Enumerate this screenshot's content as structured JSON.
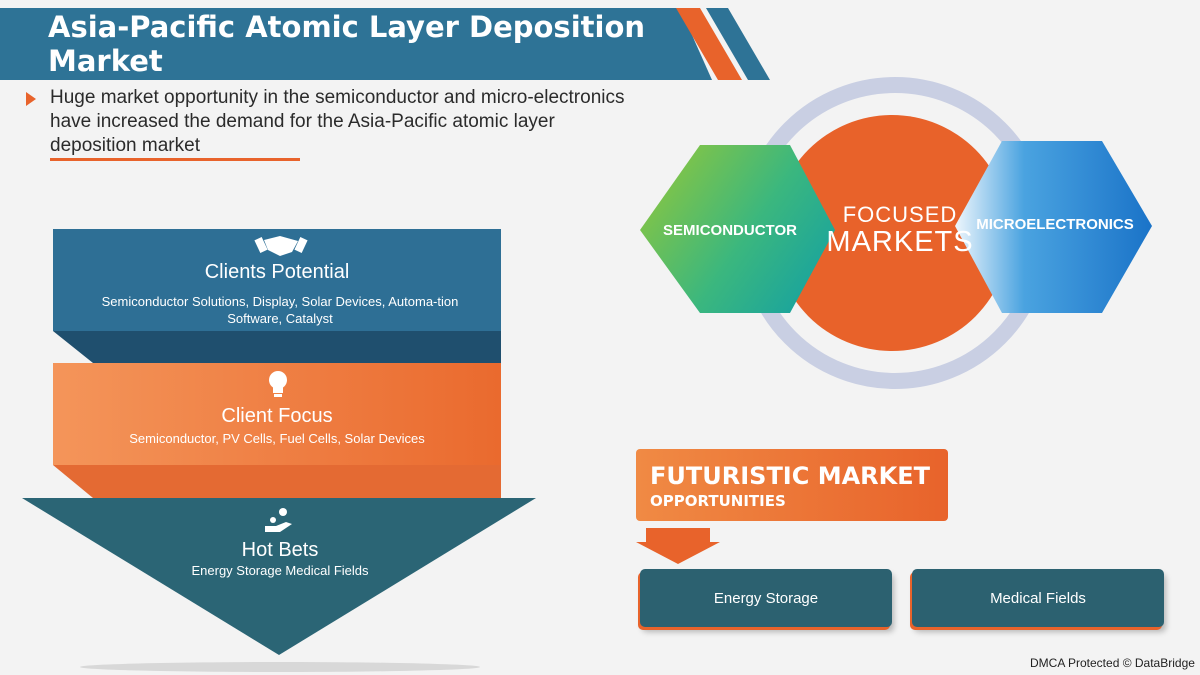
{
  "header": {
    "title_line1": "Asia-Pacific Atomic Layer Deposition",
    "title_line2": "Market",
    "colors": {
      "banner": "#2e7396",
      "accent": "#e8632b"
    }
  },
  "intro": {
    "text": "Huge market opportunity in the semiconductor and micro-electronics have increased the demand for the Asia-Pacific atomic layer deposition market"
  },
  "funnel": {
    "clients": {
      "icon": "handshake-icon",
      "title": "Clients Potential",
      "description": "Semiconductor Solutions, Display, Solar Devices, Automa-tion Software, Catalyst"
    },
    "focus": {
      "icon": "lightbulb-icon",
      "title": "Client Focus",
      "description": "Semiconductor, PV Cells, Fuel Cells, Solar Devices"
    },
    "hot_bets": {
      "icon": "hand-coins-icon",
      "title": "Hot Bets",
      "description": "Energy Storage Medical Fields"
    }
  },
  "focused_markets": {
    "center_line1": "FOCUSED",
    "center_line2": "MARKETS",
    "left": "SEMICONDUCTOR",
    "right": "MICROELECTRONICS"
  },
  "futuristic": {
    "title": "FUTURISTIC MARKET",
    "subtitle": "OPPORTUNITIES",
    "items": [
      "Energy Storage",
      "Medical Fields"
    ]
  },
  "footer": {
    "text": "DMCA Protected © DataBridge"
  }
}
